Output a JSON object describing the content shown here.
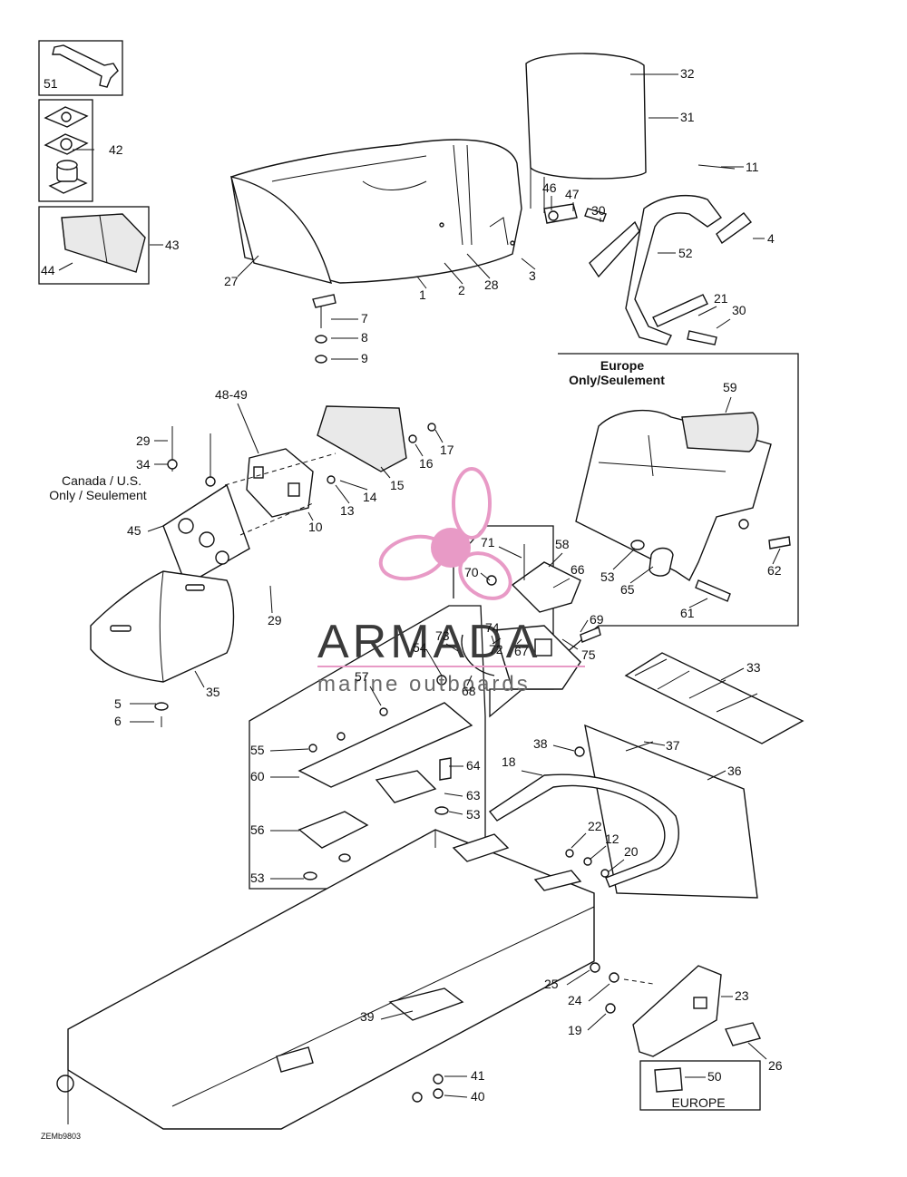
{
  "diagram": {
    "diagram_code": "ZEMb9803",
    "region_labels": {
      "europe_only": [
        "Europe",
        "Only/Seulement"
      ],
      "canada_us_only": [
        "Canada / U.S.",
        "Only / Seulement"
      ],
      "europe_box": "EUROPE"
    },
    "watermark": {
      "brand": "ARMADA",
      "tagline": "marine outboards",
      "logo_color": "#e89ac6"
    },
    "callouts": [
      "51",
      "42",
      "43",
      "44",
      "32",
      "31",
      "11",
      "46",
      "47",
      "30",
      "4",
      "52",
      "21",
      "30",
      "27",
      "1",
      "2",
      "28",
      "3",
      "7",
      "8",
      "9",
      "48-49",
      "17",
      "29",
      "34",
      "16",
      "13",
      "14",
      "15",
      "10",
      "45",
      "29",
      "59",
      "71",
      "58",
      "66",
      "70",
      "53",
      "62",
      "65",
      "61",
      "69",
      "74",
      "73",
      "54",
      "72",
      "67",
      "75",
      "68",
      "57",
      "35",
      "5",
      "6",
      "33",
      "55",
      "60",
      "64",
      "63",
      "53",
      "38",
      "37",
      "36",
      "18",
      "56",
      "22",
      "12",
      "20",
      "53",
      "25",
      "24",
      "23",
      "19",
      "26",
      "39",
      "41",
      "40",
      "50"
    ]
  }
}
